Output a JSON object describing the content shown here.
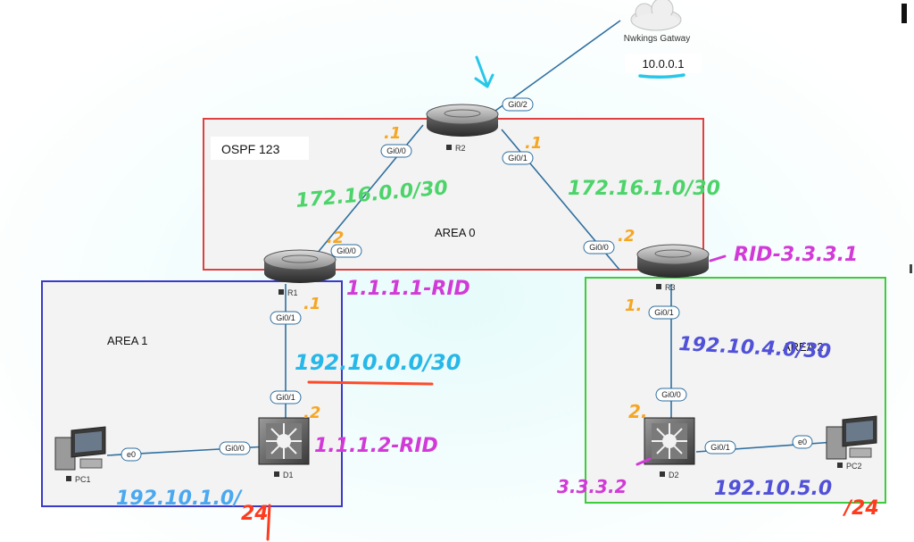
{
  "areas": {
    "ospf": "OSPF 123",
    "area0": "AREA 0",
    "area1": "AREA 1",
    "area2": "AREA 2"
  },
  "cloud": {
    "label": "Nwkings Gatway",
    "ip": "10.0.0.1"
  },
  "devices": {
    "r1": "R1",
    "r2": "R2",
    "r3": "R3",
    "d1": "D1",
    "d2": "D2",
    "pc1": "PC1",
    "pc2": "PC2"
  },
  "interfaces": {
    "r2_gi02": "Gi0/2",
    "r2_gi00": "Gi0/0",
    "r2_gi01": "Gi0/1",
    "r1_gi00": "Gi0/0",
    "r1_gi01": "Gi0/1",
    "r3_gi00": "Gi0/0",
    "r3_gi01": "Gi0/1",
    "d1_gi01": "Gi0/1",
    "d1_gi00": "Gi0/0",
    "pc1_e0": "e0",
    "d2_gi00": "Gi0/0",
    "d2_gi01": "Gi0/1",
    "pc2_e0": "e0"
  },
  "annotations": {
    "net_r1_r2": "172.16.0.0/30",
    "net_r2_r3": "172.16.1.0/30",
    "net_r1_d1": "192.10.0.0/30",
    "net_r3_d2": "192.10.4.0/30",
    "net_pc1": "192.10.1.0/",
    "net_pc1_mask": "24",
    "net_pc2": "192.10.5.0",
    "net_pc2_mask": "/24",
    "r1_rid": "1.1.1.1-RID",
    "d1_rid": "1.1.1.2-RID",
    "r3_rid": "RID-3.3.3.1",
    "d2_rid": "3.3.3.2",
    "r2_g00_host": ".1",
    "r2_g01_host": ".1",
    "r1_g00_host": ".2",
    "r3_g00_host": ".2",
    "r1_g01_host": ".1",
    "d1_g01_host": ".2",
    "r3_g01_host": "1.",
    "d2_g00_host": "2."
  },
  "colors": {
    "area0_border": "#e04040",
    "area1_border": "#3a3ac8",
    "area2_border": "#3ccc3c",
    "link": "#2f6f9f",
    "green_ink": "#4cd46a",
    "purple_ink": "#d23ad8",
    "blue_ink": "#5050d8",
    "cyan_ink": "#27b7e8",
    "orange_ink": "#f5a623",
    "red_ink": "#ff3b1e"
  }
}
